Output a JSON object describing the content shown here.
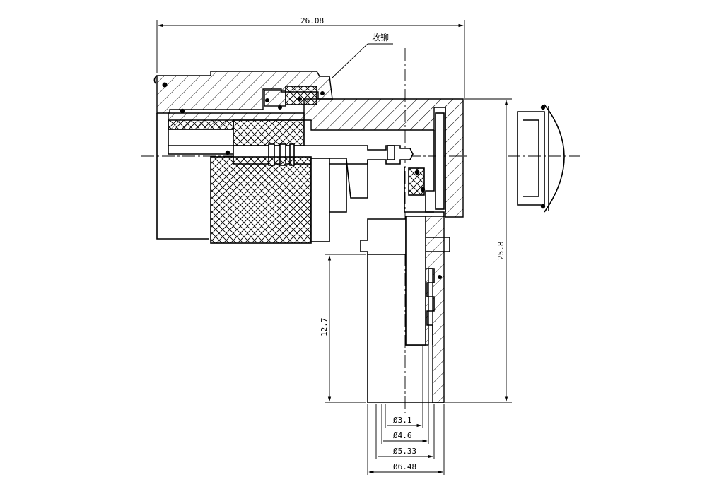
{
  "dimensions": {
    "overall_width": "26.08",
    "overall_height": "25.8",
    "cable_length": "12.7",
    "dia_1": "3.1",
    "dia_2": "4.6",
    "dia_3": "5.33",
    "dia_4": "6.48"
  },
  "callout": "收铆",
  "diameter_symbol": "Ø"
}
